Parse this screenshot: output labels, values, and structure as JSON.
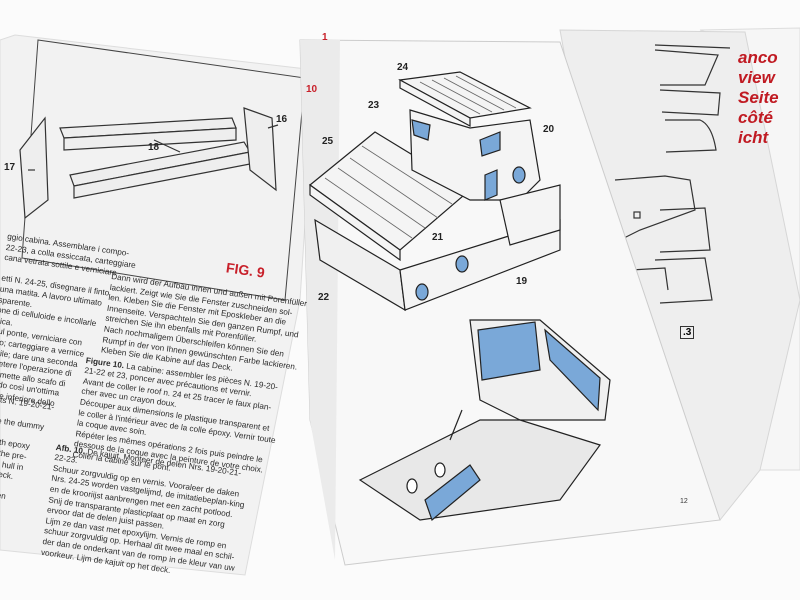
{
  "left_page": {
    "figure_label": "FIG. 9",
    "part_numbers": [
      "16",
      "17",
      "18"
    ],
    "italian_text": [
      "ggio cabina. Assemblare i compo-",
      "22-23, a colla essiccata, carteggiare",
      "cana vetrata sottile e verniciare",
      "",
      "etti N. 24-25, disegnare il finto",
      "una matita. A lavoro ultimato",
      "sparente.",
      "one di celluloide e incollarle",
      "dica.",
      "sul ponte, verniciare con",
      "ato; carteggiare a vernice",
      "ottile; dare una seconda",
      "ripetere l'operazione di",
      "permette allo scafo di",
      "tendo così un'ottima",
      "parte inferiore dello"
    ],
    "english_text": [
      "rts N. 19-20-21-",
      "",
      "re the dummy",
      "il.",
      "with epoxy",
      "al the pre-",
      "the hull in",
      "e deck.",
      "",
      "is den",
      "",
      "Sie",
      "den"
    ],
    "german_text": [
      "Dann wird der Aufbau innen und außen mit Porenfüller",
      "lackiert. Zeigt wie Sie die Fenster zuschneiden sol-",
      "len. Kleben Sie die Fenster mit Eposkleber an die",
      "Innenseite. Verspachteln Sie den ganzen Rumpf, und",
      "streichen Sie ihn ebenfalls mit Porenfüller.",
      "Nach nochmaligem Überschleifen können Sie den",
      "Rumpf in der von Ihnen gewünschten Farbe lackieren.",
      "Kleben Sie die Kabine auf das Deck."
    ],
    "french_title": "Figure 10.",
    "french_text": [
      " La cabine: assembler les pièces N. 19-20-",
      "21-22 et 23, poncer avec précautions et vernir.",
      "Avant de coller le roof n. 24 et 25 tracer le faux plan-",
      "cher avec un crayon doux.",
      "Découper aux dimensions le plastique transparent et",
      "le coller à l'intérieur avec de la colle époxy. Vernir toute",
      "la coque avec soin.",
      "Répéter les mêmes opérations 2 fois puis peindre le",
      "dessous de la coque avec la peinture de votre choix.",
      "Coller la cabine sur le pont."
    ],
    "dutch_title": "Afb. 10.",
    "dutch_text": [
      " De kajuit. Monteer de delen Nrs. 19-20-21-",
      "22-23.",
      "Schuur zorgvuldig op en vernis. Vooraleer de daken",
      "Nrs. 24-25 worden vastgelijmd, de imitatiebeplan-king",
      "en de krooriijst aanbrengen met een zacht potlood.",
      "Snij de transparante plasticplaat op maat en zorg",
      "ervoor dat de delen juist passen.",
      "Lijm ze dan vast met epoxylijm. Vernis de romp en",
      "schuur zorgvuldig op. Herhaal dit twee maal en schil-",
      "der dan de onderkant van de romp in de kleur van uw",
      "voorkeur. Lijm de kajuit op het deck."
    ]
  },
  "middle_page": {
    "corner_marks": [
      "1",
      "10"
    ],
    "part_numbers": [
      "24",
      "23",
      "25",
      "20",
      "21",
      "22",
      "19"
    ],
    "page_number": "12"
  },
  "right_pages": {
    "section_marker": ".3",
    "red_words": [
      "anco",
      "view",
      "Seite",
      "côté",
      "icht"
    ]
  },
  "colors": {
    "accent_red": "#c8202a",
    "window_blue": "#7aa8d8"
  }
}
